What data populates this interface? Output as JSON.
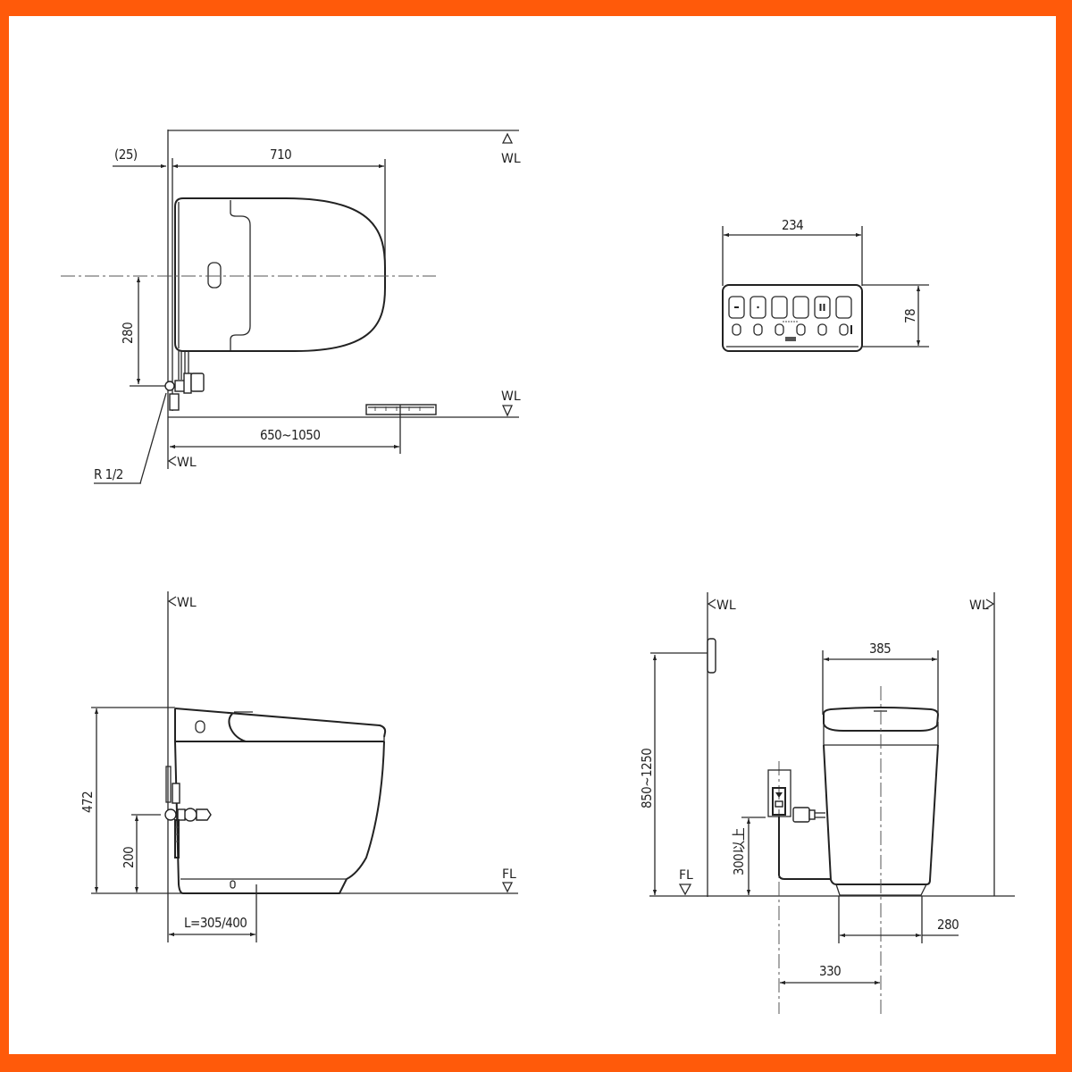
{
  "frame": {
    "border_color": "#ff5a0a",
    "background": "#ffffff",
    "line_color": "#222222"
  },
  "plan_view": {
    "dim_offset": "(25)",
    "dim_length": "710",
    "dim_pipe_center": "280",
    "dim_drain_distance": "650~1050",
    "pipe_thread": "R 1/2",
    "wall_label_top": "WL",
    "wall_label_bottom": "WL",
    "wall_label_left": "WL"
  },
  "remote_view": {
    "dim_width": "234",
    "dim_height": "78",
    "buttons_top": [
      "stop",
      "dot",
      "blank",
      "blank",
      "pause",
      "blank"
    ],
    "buttons_bottom_count": 6
  },
  "side_view": {
    "wall_label": "WL",
    "floor_label": "FL",
    "dim_height": "472",
    "dim_inlet_height": "200",
    "dim_rough_in": "L=305/400"
  },
  "front_view": {
    "wall_label_left": "WL",
    "wall_label_right": "WL",
    "floor_label": "FL",
    "dim_remote_height": "850~1250",
    "dim_outlet_height": "300以上",
    "dim_width": "385",
    "dim_foot_spacing": "280",
    "dim_outlet_offset": "330"
  }
}
